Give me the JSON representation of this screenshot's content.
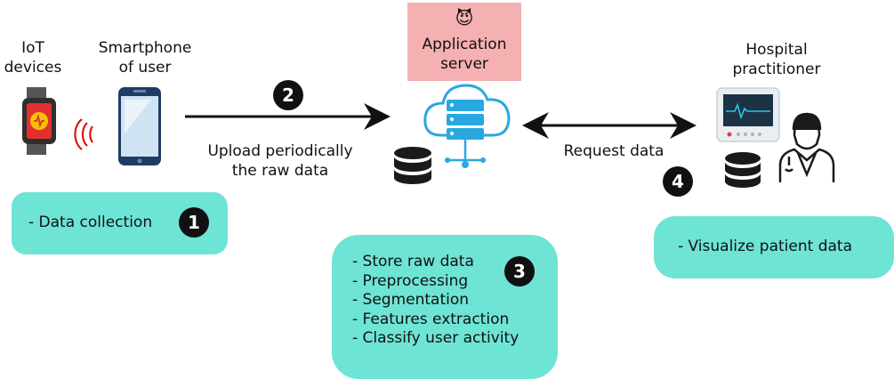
{
  "iot": {
    "label_line1": "IoT",
    "label_line2": "devices"
  },
  "smartphone": {
    "label_line1": "Smartphone",
    "label_line2": "of user"
  },
  "server": {
    "emoji": "😈",
    "label_line1": "Application",
    "label_line2": "server"
  },
  "hospital": {
    "label_line1": "Hospital",
    "label_line2": "practitioner"
  },
  "upload": {
    "line1": "Upload periodically",
    "line2": "the raw data"
  },
  "request": {
    "label": "Request data"
  },
  "steps": {
    "s1": {
      "number": "1",
      "text": "- Data collection"
    },
    "s2": {
      "number": "2"
    },
    "s3": {
      "number": "3",
      "items": [
        "- Store raw data",
        "- Preprocessing",
        "- Segmentation",
        "- Features extraction",
        "- Classify user activity"
      ]
    },
    "s4": {
      "number": "4",
      "text": "- Visualize patient data"
    }
  },
  "colors": {
    "box": "#6ee4d5",
    "server_bg": "#f5b0b2",
    "cloud": "#29a8e0",
    "badge": "#111111"
  }
}
